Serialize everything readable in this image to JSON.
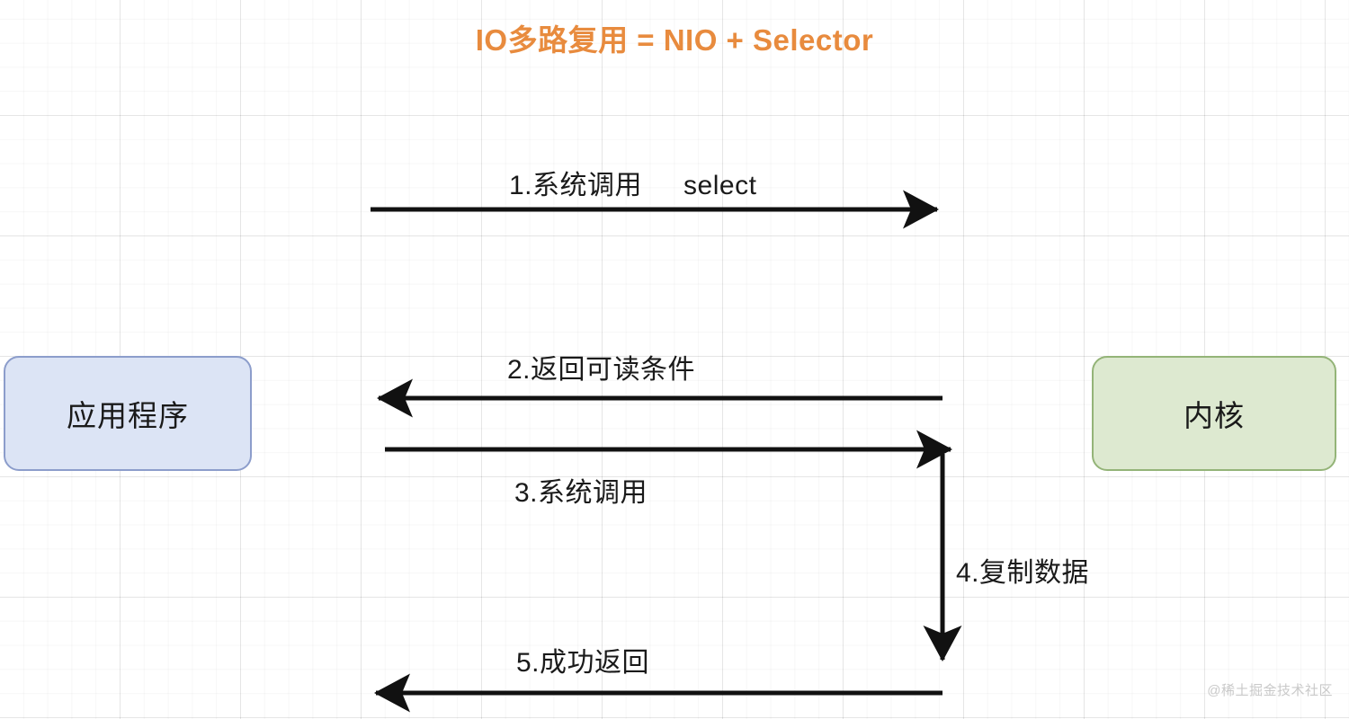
{
  "title": "IO多路复用 = NIO + Selector",
  "theme": {
    "title_color": "#E88B3E",
    "app_fill": "#DCE4F5",
    "app_border": "#8C9DCB",
    "kernel_fill": "#DDE9D0",
    "kernel_border": "#94B478",
    "arrow_color": "#111111",
    "text_color": "#1a1a1a",
    "watermark_color": "#c9c9c9",
    "background": "#ffffff"
  },
  "nodes": [
    {
      "id": "app",
      "label": "应用程序"
    },
    {
      "id": "kernel",
      "label": "内核"
    }
  ],
  "steps": [
    {
      "n": "1",
      "label": "1.系统调用",
      "extra": "select",
      "direction": "right",
      "from": "app",
      "to": "kernel"
    },
    {
      "n": "2",
      "label": "2.返回可读条件",
      "extra": "",
      "direction": "left",
      "from": "kernel",
      "to": "app"
    },
    {
      "n": "3",
      "label": "3.系统调用",
      "extra": "",
      "direction": "right",
      "from": "app",
      "to": "kernel"
    },
    {
      "n": "4",
      "label": "4.复制数据",
      "extra": "",
      "direction": "down",
      "from": "kernel",
      "to": "kernel"
    },
    {
      "n": "5",
      "label": "5.成功返回",
      "extra": "",
      "direction": "left",
      "from": "kernel",
      "to": "app"
    }
  ],
  "watermark": "@稀土掘金技术社区"
}
